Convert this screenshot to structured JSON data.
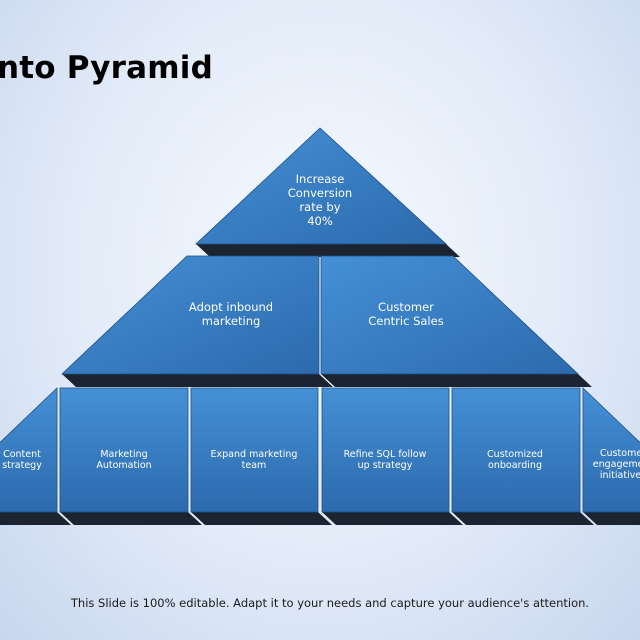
{
  "slide": {
    "title": "nto Pyramid",
    "footer": "This Slide is 100% editable. Adapt it to your needs and capture your audience's attention."
  },
  "pyramid": {
    "top": {
      "label_lines": [
        "Increase",
        "Conversion",
        "rate by",
        "40%"
      ]
    },
    "middle": [
      {
        "label_lines": [
          "Adopt inbound",
          "marketing"
        ]
      },
      {
        "label_lines": [
          "Customer",
          "Centric Sales"
        ]
      }
    ],
    "bottom": [
      {
        "label_lines": [
          "Content",
          "strategy"
        ]
      },
      {
        "label_lines": [
          "Marketing",
          "Automation"
        ]
      },
      {
        "label_lines": [
          "Expand marketing",
          "team"
        ]
      },
      {
        "label_lines": [
          "Refine SQL follow",
          "up strategy"
        ]
      },
      {
        "label_lines": [
          "Customized",
          "onboarding"
        ]
      },
      {
        "label_lines": [
          "Customer",
          "engagement",
          "initiatives"
        ]
      }
    ]
  },
  "colors": {
    "block_light": "#4590d6",
    "block_dark": "#2c6aad",
    "shadow": "#1b2430",
    "edge": "#1e4f85"
  }
}
